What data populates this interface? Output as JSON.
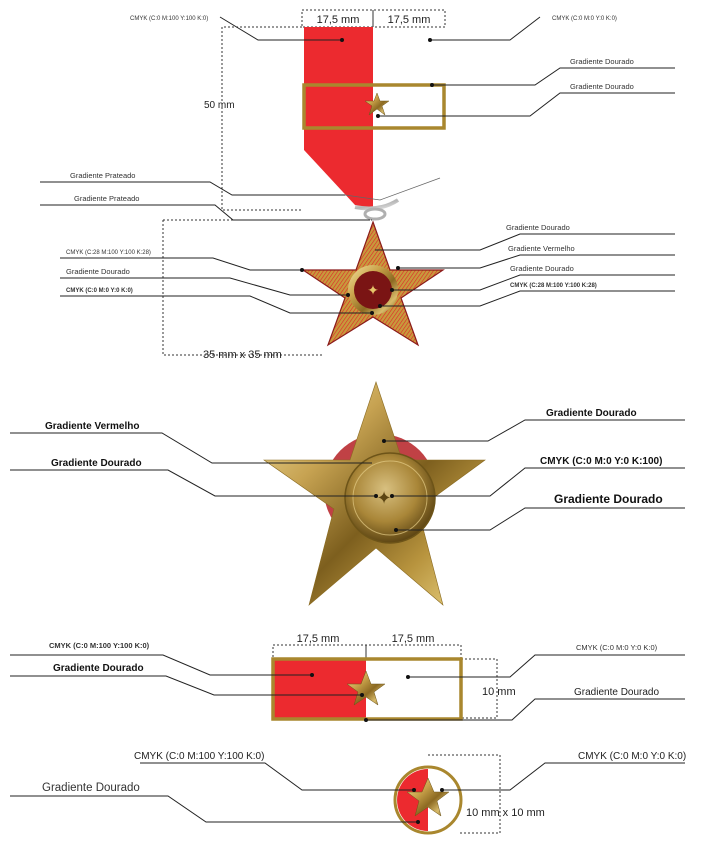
{
  "colors": {
    "red": "#ec2a2f",
    "gold": "#b08a2e",
    "gold_light": "#e9d58c",
    "gold_dark": "#6d5418",
    "silver": "#c8c8c8",
    "dark_red": "#7a1414"
  },
  "section1": {
    "ribbon_width_left": "17,5 mm",
    "ribbon_width_right": "17,5 mm",
    "height": "50 mm",
    "star_size": "35 mm x 35 mm",
    "labels": {
      "red_ribbon": "CMYK (C:0 M:100 Y:100 K:0)",
      "white_ribbon": "CMYK (C:0 M:0 Y:0 K:0)",
      "bar_frame": "Gradiente Dourado",
      "bar_star": "Gradiente Dourado",
      "ring_top": "Gradiente Prateado",
      "ring_bottom": "Gradiente Prateado",
      "star_red": "CMYK (C:28 M:100 Y:100 K:28)",
      "star_gold_left": "Gradiente Dourado",
      "star_white": "CMYK (C:0 M:0 Y:0 K:0)",
      "star_tip": "Gradiente Dourado",
      "star_red_gradient": "Gradiente Vermelho",
      "star_gold_right": "Gradiente Dourado",
      "star_center": "CMYK (C:28 M:100 Y:100 K:28)"
    }
  },
  "section2": {
    "labels": {
      "red_gradient": "Gradiente Vermelho",
      "gold_left": "Gradiente Dourado",
      "gold_top_right": "Gradiente Dourado",
      "black": "CMYK (C:0 M:0 Y:0 K:100)",
      "gold_bottom_right": "Gradiente Dourado"
    }
  },
  "section3": {
    "width_left": "17,5 mm",
    "width_right": "17,5 mm",
    "height": "10 mm",
    "labels": {
      "red": "CMYK (C:0 M:100 Y:100 K:0)",
      "gold_left": "Gradiente Dourado",
      "white": "CMYK (C:0 M:0 Y:0 K:0)",
      "gold_right": "Gradiente Dourado"
    }
  },
  "section4": {
    "size": "10 mm x 10 mm",
    "labels": {
      "red": "CMYK (C:0 M:100 Y:100 K:0)",
      "white": "CMYK (C:0 M:0 Y:0 K:0)",
      "gold": "Gradiente Dourado"
    }
  }
}
